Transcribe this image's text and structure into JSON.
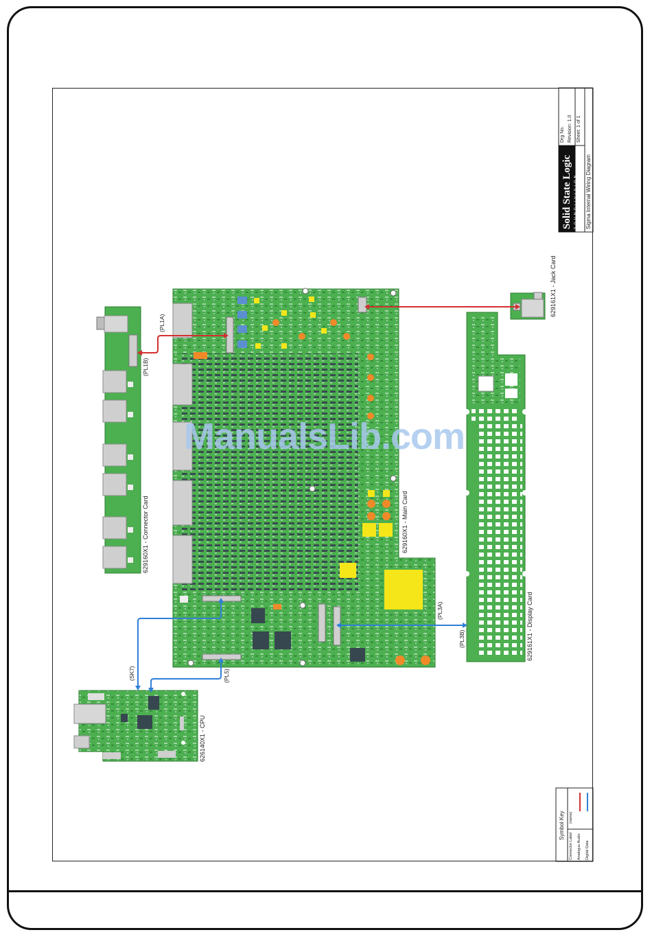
{
  "title_block": {
    "brand_name": "Solid State Logic",
    "brand_tagline": "S O U N D  |  |  V I S I O N",
    "drawing_title": "Sigma Internal Wiring Diagram",
    "drg_no": "Drg No.",
    "revision": "Revision: 1.0",
    "sheet": "Sheet: 1 of 1"
  },
  "boards": {
    "connector_card": "629160X1 - Connector Card",
    "main_card": "629160X1 - Main Card",
    "jack_card": "629161X1 - Jack Card",
    "display_card": "629161X1 - Display Card",
    "cpu": "626140X1 - CPU"
  },
  "connectors": {
    "pl1a": "(PL1A)",
    "pl1b": "(PL1B)",
    "sk7": "(SK7)",
    "pl5": "(PL5)",
    "pl3a": "(PL3A)",
    "pl3b": "(PL3B)"
  },
  "symbol_key": {
    "title": "Symbol Key",
    "connector_label": "Connector Label",
    "connector_label_sample": "(name)",
    "analogue_audio": "Analogue Audio",
    "digital_data": "Digital Data"
  },
  "watermark": "ManualsLib.com",
  "colors": {
    "pcb_green": "#4caf50",
    "pcb_dark": "#2e7d32",
    "analogue_audio": "#d32f2f",
    "digital_data": "#2f7fd8",
    "capacitor_orange": "#f08a28",
    "component_yellow": "#f5e61a",
    "component_blue": "#5b8fd0"
  }
}
